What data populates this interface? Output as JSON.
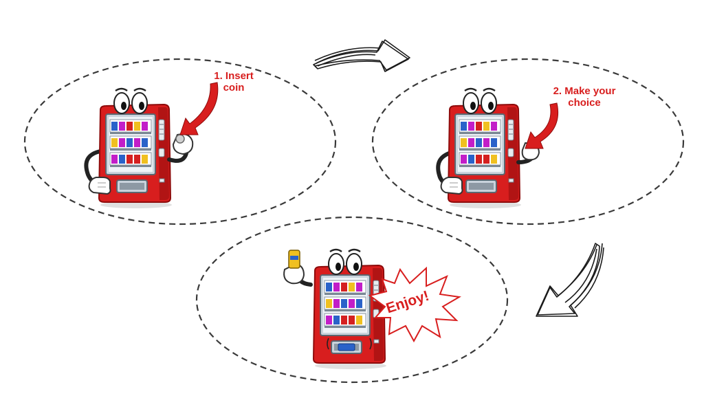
{
  "steps": [
    {
      "label_line1": "1. Insert",
      "label_line2": "coin"
    },
    {
      "label_line1": "2. Make your",
      "label_line2": "choice"
    },
    {
      "label_line1": "Enjoy!"
    }
  ],
  "colors": {
    "machine_body": "#d81e1e",
    "machine_dark": "#9e1010",
    "label_red": "#d81e1e",
    "dashed_outline": "#3a3a3a",
    "sketch_arrow": "#1a1a1a"
  },
  "icons": [
    "vending-machine-mascot-icon",
    "coin-icon",
    "pointer-arrow-icon",
    "soda-can-icon",
    "sketch-arrow-icon",
    "starburst-icon"
  ]
}
